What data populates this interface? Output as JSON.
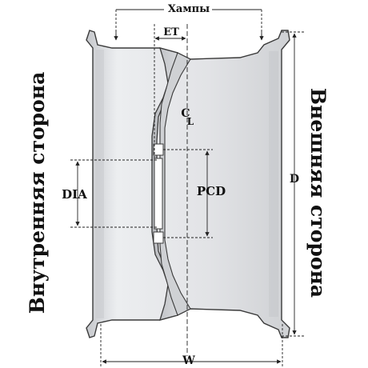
{
  "labels": {
    "humps": "Хампы",
    "et": "ET",
    "centerline_c": "C",
    "centerline_l": "L",
    "dia": "DIA",
    "pcd": "PCD",
    "diameter": "D",
    "width": "W",
    "inner_side": "Внутренняя сторона",
    "outer_side": "Внешняя сторона"
  },
  "colors": {
    "rim_fill": "#d9dadd",
    "rim_shade": "#bfc1c5",
    "outline": "#3a3a3a",
    "dim_line": "#222222"
  }
}
